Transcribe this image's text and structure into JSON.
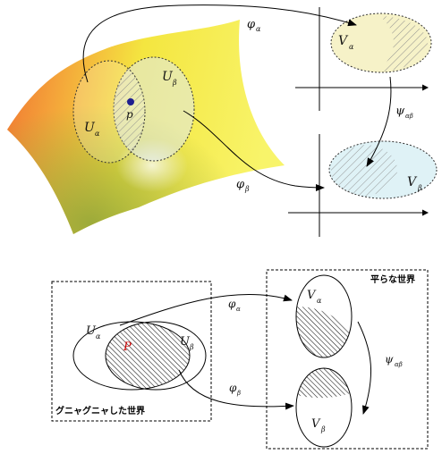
{
  "top": {
    "phi_alpha": "φ",
    "phi_alpha_sub": "α",
    "phi_beta": "φ",
    "phi_beta_sub": "β",
    "psi": "ψ",
    "psi_sub": "αβ",
    "V_alpha": "V",
    "V_alpha_sub": "α",
    "V_beta": "V",
    "V_beta_sub": "β",
    "U_alpha": "U",
    "U_alpha_sub": "α",
    "U_beta": "U",
    "U_beta_sub": "β",
    "point": "p"
  },
  "bottom": {
    "curved_world_label": "グニャグニャした世界",
    "flat_world_label": "平らな世界",
    "phi_alpha": "φ",
    "phi_alpha_sub": "α",
    "phi_beta": "φ",
    "phi_beta_sub": "β",
    "psi": "ψ",
    "psi_sub": "αβ",
    "V_alpha": "V",
    "V_alpha_sub": "α",
    "V_beta": "V",
    "V_beta_sub": "β",
    "U_alpha": "U",
    "U_alpha_sub": "α",
    "U_beta": "U",
    "U_beta_sub": "β",
    "point": "P"
  },
  "colors": {
    "surface_orange": "#f07030",
    "surface_yellow": "#f4ee40",
    "surface_green": "#a8b040",
    "chart_alpha_fill": "#f6f2c8",
    "chart_beta_fill": "#dff2f6",
    "point_dot": "#1f1f8f",
    "point_label_bottom": "#cc0000"
  }
}
